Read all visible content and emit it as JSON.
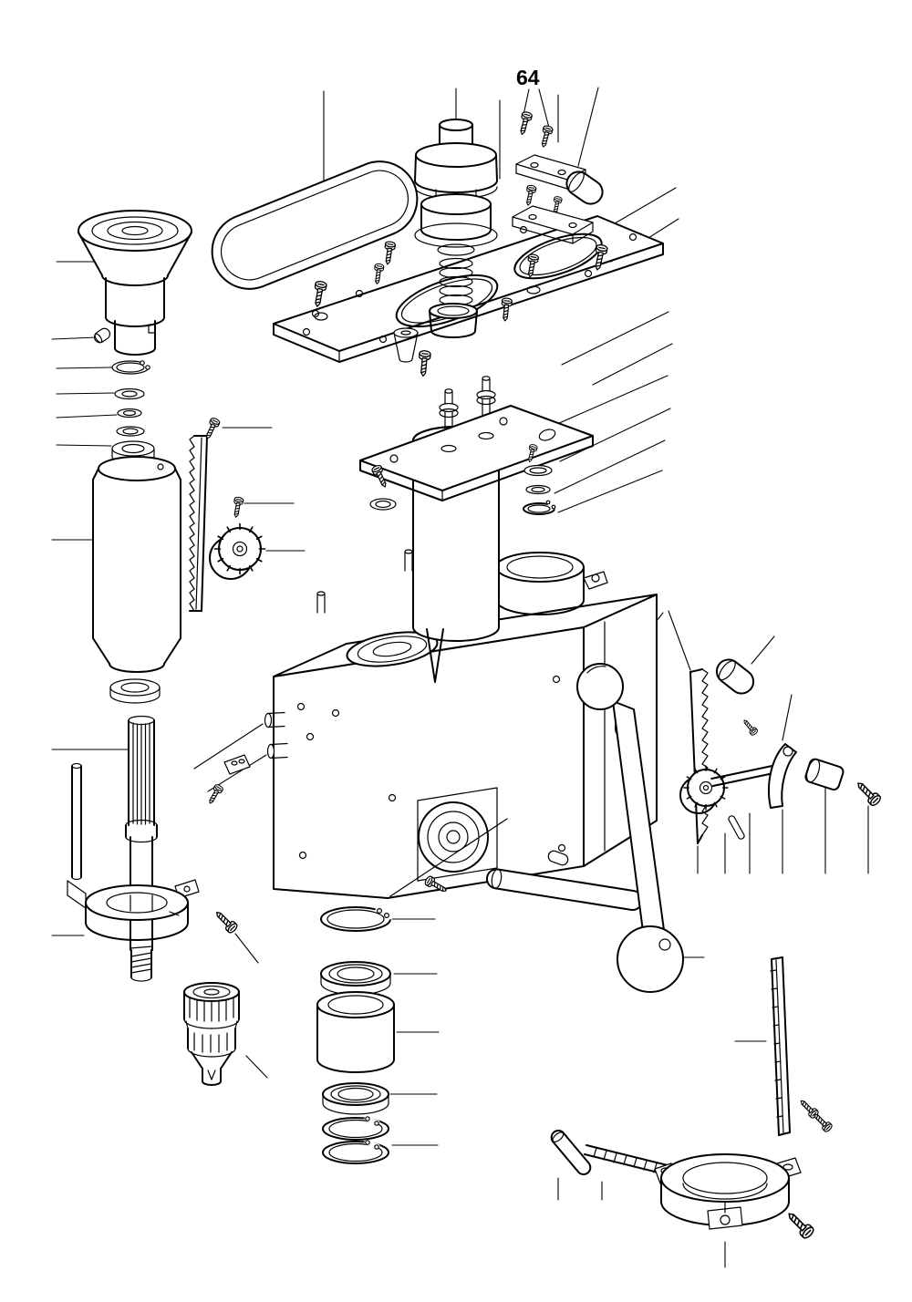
{
  "page": {
    "background_color": "#ffffff",
    "line_color": "#000000"
  },
  "diagram": {
    "type": "exploded-parts-diagram",
    "subject": "drill-press-head-assembly-exploded-view",
    "callouts": [
      {
        "label": "64"
      }
    ]
  }
}
